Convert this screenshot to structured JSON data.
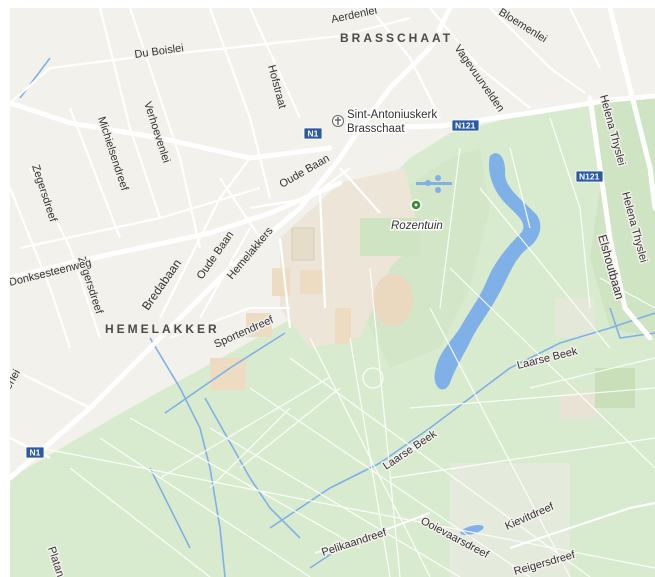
{
  "colors": {
    "land": "#f3f1ec",
    "park": "#d9ebcf",
    "park_dark": "#cfe4c3",
    "water": "#7fb0e8",
    "road": "#ffffff",
    "shield": "#2c5aa0"
  },
  "areas": {
    "brasschaat": "BRASSCHAAT",
    "hemelakker": "HEMELAKKER"
  },
  "poi": {
    "church_line1": "Sint-Antoniuskerk",
    "church_line2": "Brasschaat",
    "church_icon": "church-icon",
    "rozentuin": "Rozentuin",
    "rozentuin_icon": "park-marker-icon"
  },
  "shields": {
    "n1_top": "N1",
    "n121_mid": "N121",
    "n121_right": "N121",
    "n1_bottom": "N1"
  },
  "streets": {
    "aerdenlei": "Aerdenlei",
    "bloemenlei": "Bloemenlei",
    "du_boislei": "Du Boislei",
    "vagevuurvelden": "Vagevuurvelden",
    "hofstraat": "Hofstraat",
    "helena_thyslei_top": "Helena Thyslei",
    "helena_thyslei_right": "Helena Thyslei",
    "michielsendreef": "Michielsendreef",
    "verhoevenlei": "Verhoevenlei",
    "oude_baan_top": "Oude Baan",
    "zegersdreef_left": "Zegersdreef",
    "zegersdreef_mid": "Zegersdreef",
    "donksesteenweg": "Donksesteenweg",
    "bredabaan": "Bredabaan",
    "oude_baan_mid": "Oude Baan",
    "hemelakkers": "Hemelakkers",
    "sportendreef": "Sportendreef",
    "elshoutbaan": "Elshoutbaan",
    "laarse_beek_right": "Laarse Beek",
    "laarse_beek_mid": "Laarse Beek",
    "erlei": "erlei",
    "pelikaandreef": "Pelikaandreef",
    "ooievaarsdreef": "Ooievaarsdreef",
    "kievitdreef": "Kievitdreef",
    "reigersdreef": "Reigersdreef",
    "platanen": "Platan"
  }
}
